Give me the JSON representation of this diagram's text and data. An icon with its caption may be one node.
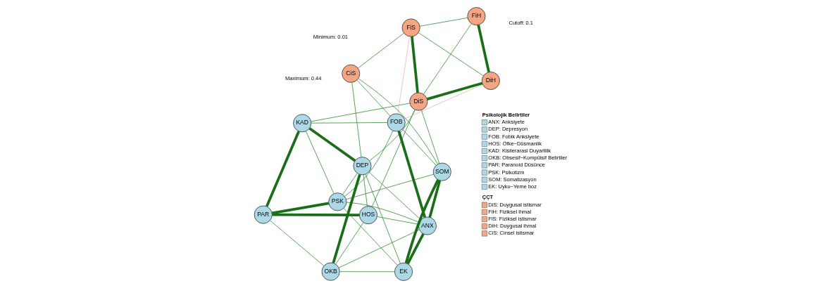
{
  "diagram": {
    "nodes": [
      {
        "text": [
          "PAR"
        ]
      },
      {
        "text": [
          "HOS"
        ]
      },
      {
        "text": [
          "PSK"
        ]
      },
      {
        "text": [
          "KAD"
        ]
      },
      {
        "text": [
          "OKB"
        ]
      },
      {
        "text": [
          "FOB"
        ]
      },
      {
        "text": [
          "DEP"
        ]
      },
      {
        "text": [
          "ANX"
        ]
      },
      {
        "text": [
          "DiH"
        ]
      },
      {
        "text": [
          "EK"
        ]
      },
      {
        "text": [
          "SOM"
        ]
      },
      {
        "text": [
          "DiS"
        ]
      },
      {
        "text": [
          "FiH"
        ]
      },
      {
        "text": [
          "FiS"
        ]
      },
      {
        "text": [
          "CiS"
        ]
      }
    ],
    "edges": [
      {
        "from": 1,
        "to": 0,
        "arrow": "none",
        "style": "thick"
      },
      {
        "from": 0,
        "to": 2,
        "arrow": "none",
        "style": "thick"
      },
      {
        "from": 0,
        "to": 3,
        "arrow": "none",
        "style": "thick"
      },
      {
        "from": 4,
        "to": 6,
        "arrow": "none",
        "style": "thick"
      },
      {
        "from": 6,
        "to": 3,
        "arrow": "none",
        "style": "thick"
      },
      {
        "from": 7,
        "to": 5,
        "arrow": "none",
        "style": "thick"
      },
      {
        "from": 7,
        "to": 10,
        "arrow": "none",
        "style": "thick"
      },
      {
        "from": 7,
        "to": 9,
        "arrow": "none",
        "style": "thick"
      },
      {
        "from": 9,
        "to": 10,
        "arrow": "none",
        "style": "thick"
      },
      {
        "from": 8,
        "to": 11,
        "arrow": "none",
        "style": "thick"
      },
      {
        "from": 8,
        "to": 12,
        "arrow": "none",
        "style": "thick"
      },
      {
        "from": 11,
        "to": 13,
        "arrow": "none",
        "style": "thick"
      },
      {
        "from": 2,
        "to": 3,
        "arrow": "none"
      },
      {
        "from": 2,
        "to": 6,
        "arrow": "none"
      },
      {
        "from": 3,
        "to": 5,
        "arrow": "none"
      },
      {
        "from": 2,
        "to": 7,
        "arrow": "none"
      },
      {
        "from": 2,
        "to": 10,
        "arrow": "none"
      },
      {
        "from": 6,
        "to": 9,
        "arrow": "none"
      },
      {
        "from": 6,
        "to": 7,
        "arrow": "none"
      },
      {
        "from": 1,
        "to": 4,
        "arrow": "none"
      },
      {
        "from": 4,
        "to": 0,
        "arrow": "none"
      },
      {
        "from": 1,
        "to": 6,
        "arrow": "none"
      },
      {
        "from": 1,
        "to": 7,
        "arrow": "none"
      },
      {
        "from": 12,
        "to": 13,
        "arrow": "none"
      },
      {
        "from": 13,
        "to": 14,
        "arrow": "none"
      },
      {
        "from": 14,
        "to": 10,
        "arrow": "none"
      },
      {
        "from": 11,
        "to": 10,
        "arrow": "none"
      },
      {
        "from": 8,
        "to": 13,
        "arrow": "none"
      },
      {
        "from": 12,
        "to": 11,
        "arrow": "none"
      },
      {
        "from": 1,
        "to": 11,
        "arrow": "none"
      },
      {
        "from": 2,
        "to": 5,
        "arrow": "none"
      },
      {
        "from": 4,
        "to": 7,
        "arrow": "none"
      },
      {
        "from": 2,
        "to": 9,
        "arrow": "none"
      },
      {
        "from": 6,
        "to": 14,
        "arrow": "none"
      },
      {
        "from": 6,
        "to": 11,
        "arrow": "none"
      },
      {
        "from": 3,
        "to": 11,
        "arrow": "none"
      },
      {
        "from": 5,
        "to": 14,
        "arrow": "none"
      },
      {
        "from": 4,
        "to": 9,
        "arrow": "none"
      },
      {
        "from": 5,
        "to": 10,
        "arrow": "none"
      },
      {
        "from": 8,
        "to": 5,
        "arrow": "none",
        "color": "#e8b4bc"
      },
      {
        "from": 13,
        "to": 5,
        "arrow": "none",
        "color": "#e8b4bc"
      }
    ],
    "labels": [
      "Minimum: 0.01",
      "Cutoff: 0.1",
      "Maximum: 0.44",
      "Psikolojik Belirtiler",
      "ÇÇT"
    ],
    "legend": [
      {
        "text": "ANX: Anksiyete",
        "color": "#add8e6"
      },
      {
        "text": "DEP: Depresyon",
        "color": "#add8e6"
      },
      {
        "text": "FOB: Fobik Anksiyete",
        "color": "#add8e6"
      },
      {
        "text": "HOS: Öfke−Düsmanlik",
        "color": "#add8e6"
      },
      {
        "text": "KAD: Kisilerarasi Duyarlilik",
        "color": "#add8e6"
      },
      {
        "text": "OKB: Obsesif−Kompülsif Belirtiler",
        "color": "#add8e6"
      },
      {
        "text": "PAR: Paranoid Düsünce",
        "color": "#add8e6"
      },
      {
        "text": "PSK: Psikotizm",
        "color": "#add8e6"
      },
      {
        "text": "SOM: Somatizasyon",
        "color": "#add8e6"
      },
      {
        "text": "EK: Uyku−Yeme boz",
        "color": "#add8e6"
      },
      {
        "text": "DiS: Duygusal istismar",
        "color": "#f4a582"
      },
      {
        "text": "FiH: Fiziksel ihmal",
        "color": "#f4a582"
      },
      {
        "text": "FiS: Fiziksel istismar",
        "color": "#f4a582"
      },
      {
        "text": "DiH: Duygusal ihmal",
        "color": "#f4a582"
      },
      {
        "text": "CiS: Cinsel istismar",
        "color": "#f4a582"
      }
    ]
  }
}
